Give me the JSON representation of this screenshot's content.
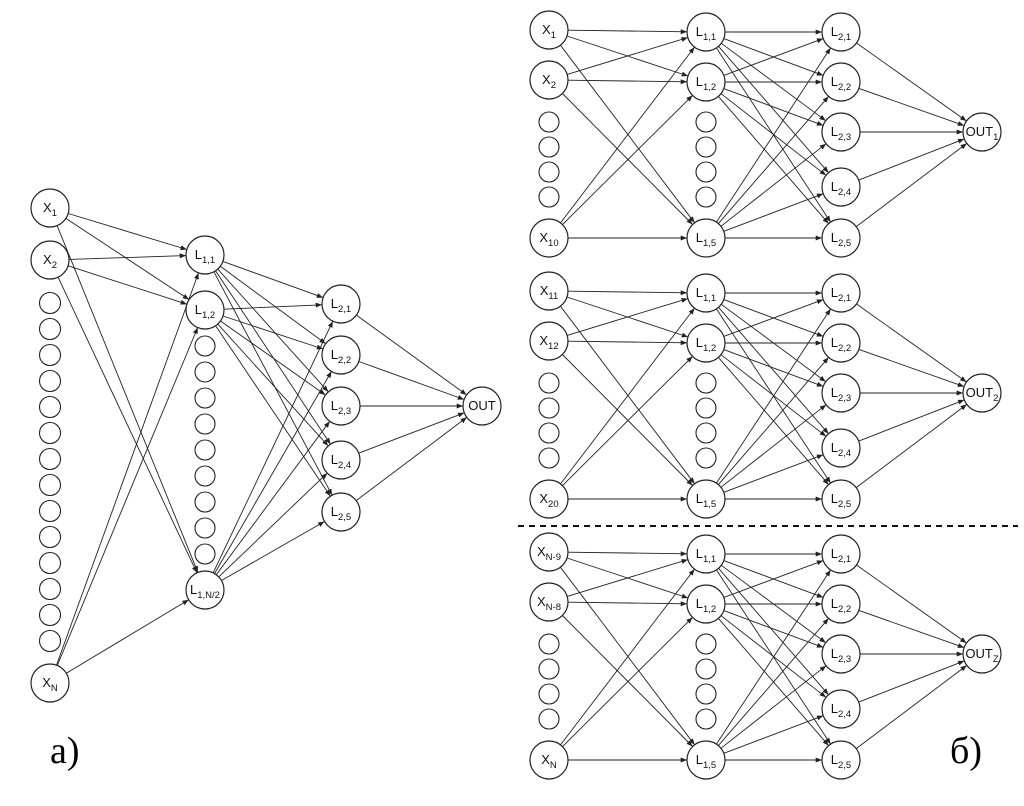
{
  "panels": [
    {
      "id": "a",
      "label": "а)",
      "nodes": [
        {
          "id": "x1",
          "text": "X",
          "sub": "1"
        },
        {
          "id": "x2",
          "text": "X",
          "sub": "2"
        },
        {
          "id": "xN",
          "text": "X",
          "sub": "N"
        },
        {
          "id": "l11",
          "text": "L",
          "sub": "1,1"
        },
        {
          "id": "l12",
          "text": "L",
          "sub": "1,2"
        },
        {
          "id": "l1n",
          "text": "L",
          "sub": "1,N/2"
        },
        {
          "id": "l21",
          "text": "L",
          "sub": "2,1"
        },
        {
          "id": "l22",
          "text": "L",
          "sub": "2,2"
        },
        {
          "id": "l23",
          "text": "L",
          "sub": "2,3"
        },
        {
          "id": "l24",
          "text": "L",
          "sub": "2,4"
        },
        {
          "id": "l25",
          "text": "L",
          "sub": "2,5"
        },
        {
          "id": "out",
          "text": "OUT",
          "sub": ""
        }
      ]
    },
    {
      "id": "b",
      "label": "б)",
      "blocks": [
        {
          "inputs": [
            {
              "text": "X",
              "sub": "1"
            },
            {
              "text": "X",
              "sub": "2"
            },
            {
              "text": "X",
              "sub": "10"
            }
          ],
          "layer1": [
            {
              "text": "L",
              "sub": "1,1"
            },
            {
              "text": "L",
              "sub": "1,2"
            },
            {
              "text": "L",
              "sub": "1,5"
            }
          ],
          "layer2": [
            {
              "text": "L",
              "sub": "2,1"
            },
            {
              "text": "L",
              "sub": "2,2"
            },
            {
              "text": "L",
              "sub": "2,3"
            },
            {
              "text": "L",
              "sub": "2,4"
            },
            {
              "text": "L",
              "sub": "2,5"
            }
          ],
          "output": {
            "text": "OUT",
            "sub": "1"
          }
        },
        {
          "inputs": [
            {
              "text": "X",
              "sub": "11"
            },
            {
              "text": "X",
              "sub": "12"
            },
            {
              "text": "X",
              "sub": "20"
            }
          ],
          "layer1": [
            {
              "text": "L",
              "sub": "1,1"
            },
            {
              "text": "L",
              "sub": "1,2"
            },
            {
              "text": "L",
              "sub": "1,5"
            }
          ],
          "layer2": [
            {
              "text": "L",
              "sub": "2,1"
            },
            {
              "text": "L",
              "sub": "2,2"
            },
            {
              "text": "L",
              "sub": "2,3"
            },
            {
              "text": "L",
              "sub": "2,4"
            },
            {
              "text": "L",
              "sub": "2,5"
            }
          ],
          "output": {
            "text": "OUT",
            "sub": "2"
          }
        },
        {
          "inputs": [
            {
              "text": "X",
              "sub": "N-9"
            },
            {
              "text": "X",
              "sub": "N-8"
            },
            {
              "text": "X",
              "sub": "N"
            }
          ],
          "layer1": [
            {
              "text": "L",
              "sub": "1,1"
            },
            {
              "text": "L",
              "sub": "1,2"
            },
            {
              "text": "L",
              "sub": "1,5"
            }
          ],
          "layer2": [
            {
              "text": "L",
              "sub": "2,1"
            },
            {
              "text": "L",
              "sub": "2,2"
            },
            {
              "text": "L",
              "sub": "2,3"
            },
            {
              "text": "L",
              "sub": "2,4"
            },
            {
              "text": "L",
              "sub": "2,5"
            }
          ],
          "output": {
            "text": "OUT",
            "sub": "Z"
          }
        }
      ]
    }
  ]
}
